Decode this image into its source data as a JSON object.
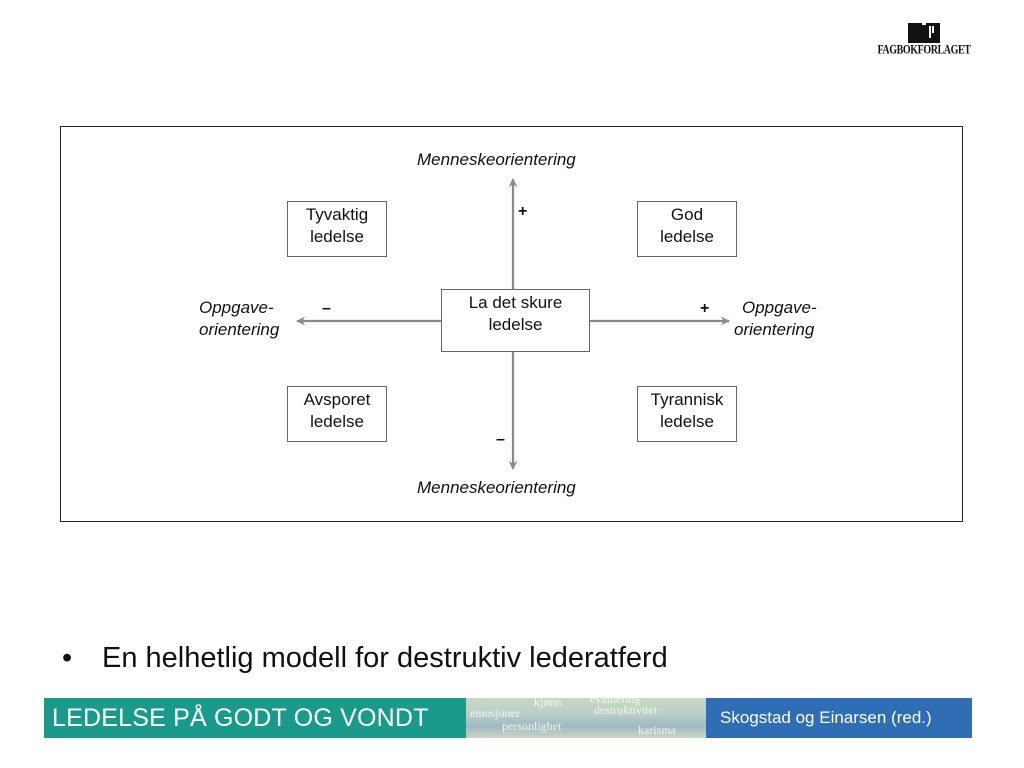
{
  "logo": {
    "text": "FAGBOKFORLAGET",
    "icon": "open-book-icon"
  },
  "diagram": {
    "axis_top": "Menneskeorientering",
    "axis_bottom": "Menneskeorientering",
    "axis_left_line1": "Oppgave-",
    "axis_left_line2": "orientering",
    "axis_right_line1": "Oppgave-",
    "axis_right_line2": "orientering",
    "sign_top": "+",
    "sign_bottom": "–",
    "sign_left": "–",
    "sign_right": "+",
    "center": {
      "line1": "La det skure",
      "line2": "ledelse"
    },
    "top_left": {
      "line1": "Tyvaktig",
      "line2": "ledelse"
    },
    "top_right": {
      "line1": "God",
      "line2": "ledelse"
    },
    "bottom_left": {
      "line1": "Avsporet",
      "line2": "ledelse"
    },
    "bottom_right": {
      "line1": "Tyrannisk",
      "line2": "ledelse"
    },
    "arrow_color": "#8a8a8a"
  },
  "bullet": {
    "symbol": "•",
    "text": "En helhetlig modell for destruktiv lederatferd"
  },
  "banner": {
    "title": "LEDELSE PÅ GODT OG VONDT",
    "authors": "Skogstad og Einarsen (red.)",
    "words": [
      "kjønn",
      "evaluering",
      "emosjoner",
      "destruktivitet",
      "personlighet",
      "karisma"
    ],
    "colors": {
      "left": "#199a8b",
      "right": "#2f6eb5"
    }
  }
}
